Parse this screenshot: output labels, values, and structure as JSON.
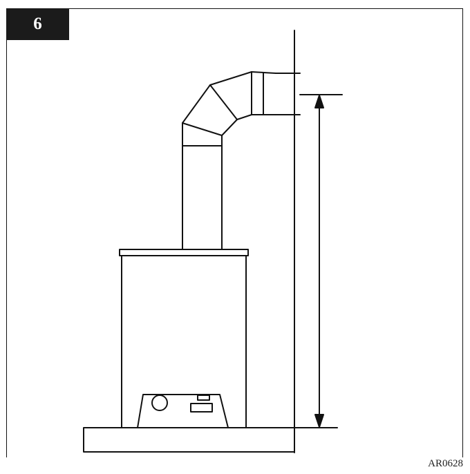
{
  "figure": {
    "number": "6",
    "reference_code": "AR0628"
  },
  "colors": {
    "line": "#111111",
    "badge_background": "#1b1b1b",
    "badge_text": "#ffffff",
    "background": "#ffffff"
  },
  "illustration": {
    "subject": "stove-with-vent-pipe-to-wall",
    "parts": [
      "wall",
      "hearth",
      "stove-body",
      "control-panel",
      "vent-pipe",
      "elbow",
      "wall-thimble",
      "height-dimension-arrow"
    ]
  }
}
